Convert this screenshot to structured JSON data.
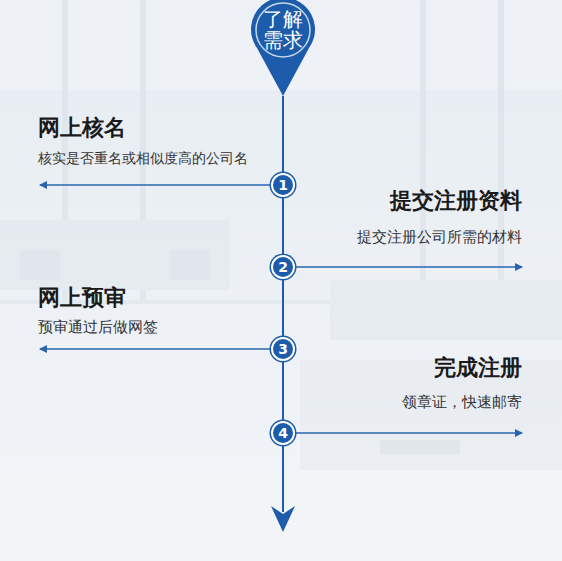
{
  "diagram": {
    "nodes": [
      {
        "text": [
          "了解 需求"
        ]
      },
      {
        "text": [
          "1"
        ]
      },
      {
        "text": [
          "2"
        ]
      },
      {
        "text": [
          "3"
        ]
      },
      {
        "text": [
          "4"
        ]
      }
    ],
    "edges": [
      {
        "from": 0,
        "to": 1,
        "arrow": "none"
      },
      {
        "from": 1,
        "to": 2,
        "arrow": "none"
      },
      {
        "from": 2,
        "to": 3,
        "arrow": "none"
      },
      {
        "from": 3,
        "to": 4,
        "arrow": "none"
      }
    ],
    "labels": [
      "网上核名",
      "核实是否重名或相似度高的公司名",
      "提交注册资料",
      "提交注册公司所需的材料",
      "网上预审",
      "预审通过后做网签",
      "完成注册",
      "领章证，快速邮寄"
    ]
  }
}
